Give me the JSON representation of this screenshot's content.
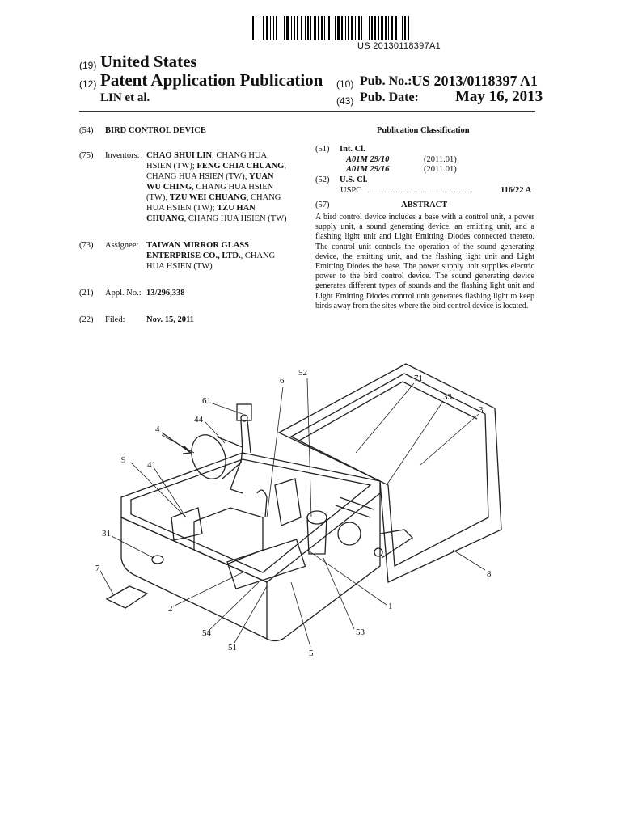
{
  "header": {
    "doc_number": "US 20130118397A1",
    "code19": "(19)",
    "country": "United States",
    "code12": "(12)",
    "pub_type": "Patent Application Publication",
    "applicant": "LIN et al.",
    "code10": "(10)",
    "pub_no_label": "Pub. No.:",
    "pub_no": "US 2013/0118397 A1",
    "code43": "(43)",
    "pub_date_label": "Pub. Date:",
    "pub_date": "May 16, 2013"
  },
  "left": {
    "title_code": "(54)",
    "title": "BIRD CONTROL DEVICE",
    "inventors_code": "(75)",
    "inventors_label": "Inventors:",
    "inventors_lines": [
      "CHAO SHUI LIN, CHANG HUA",
      "HSIEN (TW); FENG CHIA CHUANG,",
      "CHANG HUA HSIEN (TW); YUAN",
      "WU CHING, CHANG HUA HSIEN",
      "(TW); TZU WEI CHUANG, CHANG",
      "HUA HSIEN (TW); TZU HAN",
      "CHUANG, CHANG HUA HSIEN (TW)"
    ],
    "assignee_code": "(73)",
    "assignee_label": "Assignee:",
    "assignee_lines": [
      "TAIWAN MIRROR GLASS",
      "ENTERPRISE CO., LTD., CHANG",
      "HUA HSIEN (TW)"
    ],
    "appl_code": "(21)",
    "appl_label": "Appl. No.:",
    "appl_no": "13/296,338",
    "filed_code": "(22)",
    "filed_label": "Filed:",
    "filed": "Nov. 15, 2011"
  },
  "right": {
    "classification_heading": "Publication Classification",
    "intcl_code": "(51)",
    "intcl_label": "Int. Cl.",
    "class1": "A01M 29/10",
    "class1_year": "(2011.01)",
    "class2": "A01M 29/16",
    "class2_year": "(2011.01)",
    "uscl_code": "(52)",
    "uscl_label": "U.S. Cl.",
    "uspc_label": "USPC",
    "uspc_dots": "........................................................",
    "uspc_value": "116/22 A",
    "abstract_code": "(57)",
    "abstract_heading": "ABSTRACT",
    "abstract_text": "A bird control device includes a base with a control unit, a power supply unit, a sound generating device, an emitting unit, and a flashing light unit and Light Emitting Diodes connected thereto. The control unit controls the operation of the sound generating device, the emitting unit, and the flashing light unit and Light Emitting Diodes the base. The power supply unit supplies electric power to the bird control device. The sound generating device generates different types of sounds and the flashing light unit and Light Emitting Diodes control unit generates flashing light to keep birds away from the sites where the bird control device is located."
  },
  "figure": {
    "labels": {
      "l6": "6",
      "l52": "52",
      "l71": "71",
      "l33": "33",
      "l3": "3",
      "l61": "61",
      "l44": "44",
      "l4": "4",
      "l9": "9",
      "l41": "41",
      "l31": "31",
      "l7": "7",
      "l8": "8",
      "l2": "2",
      "l1": "1",
      "l54": "54",
      "l53": "53",
      "l51": "51",
      "l5": "5"
    }
  }
}
